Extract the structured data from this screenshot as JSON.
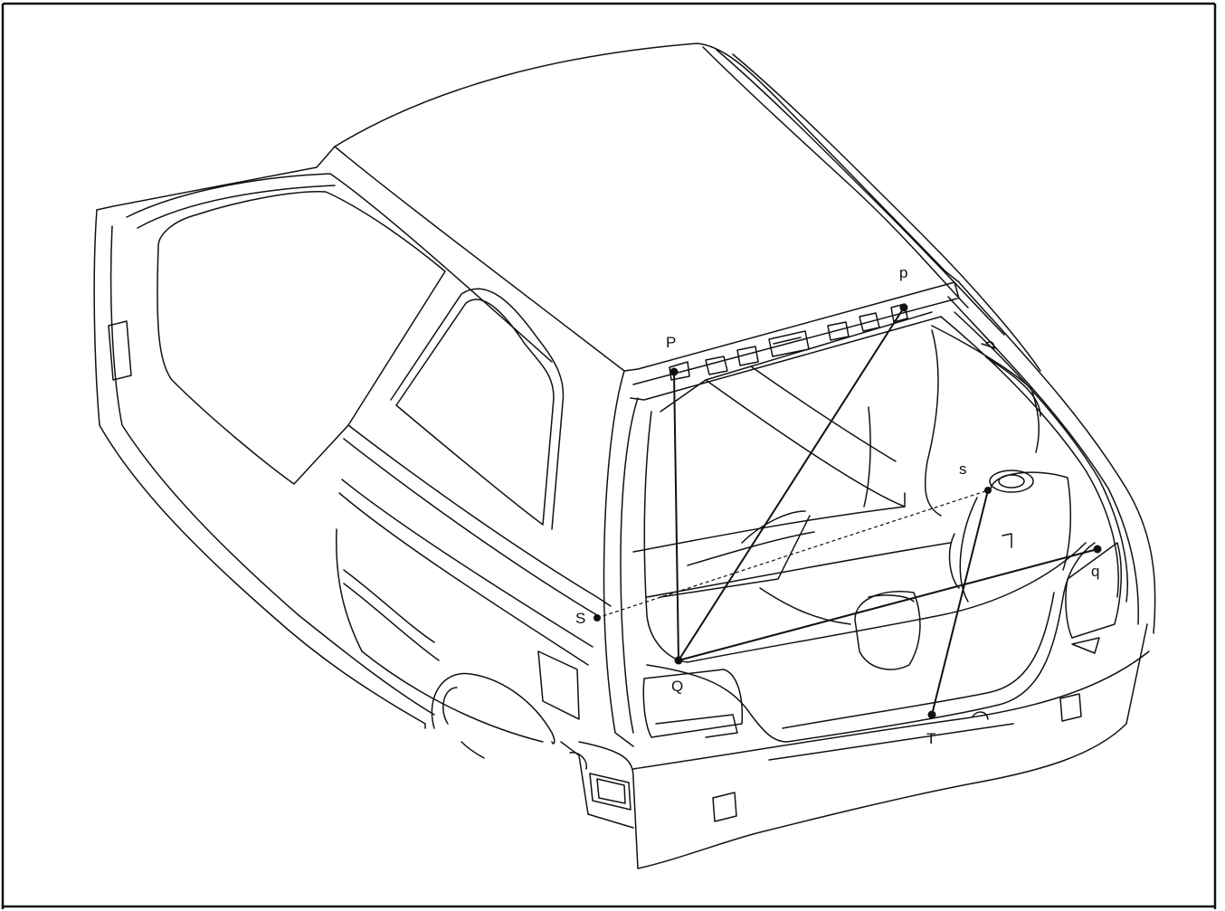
{
  "colors": {
    "ink": "#111111",
    "paper": "#ffffff"
  },
  "points": {
    "P": "P",
    "p": "p",
    "Q": "Q",
    "q": "q",
    "S": "S",
    "s": "s",
    "T": "T"
  }
}
